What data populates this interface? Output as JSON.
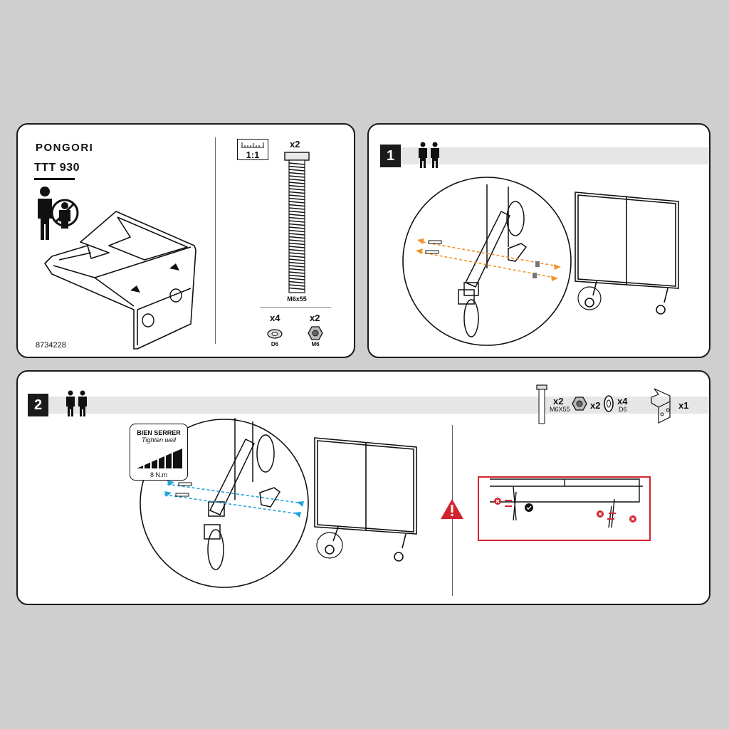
{
  "intro": {
    "brand": "PONGORI",
    "model": "TTT 930",
    "people_count": "x2",
    "reference": "8734228",
    "scale": "1:1",
    "screw_qty": "x2",
    "screw_size": "M6x55",
    "washer_qty": "x4",
    "washer_size": "D6",
    "nut_qty": "x2",
    "nut_size": "M6"
  },
  "step1": {
    "number": "1"
  },
  "step2": {
    "number": "2",
    "parts": {
      "screw_qty": "x2",
      "screw_size": "M6X55",
      "nut_qty": "x2",
      "washer_qty": "x4",
      "washer_size": "D6",
      "bracket_qty": "x1"
    },
    "torque_title": "BIEN SERRER",
    "torque_subtitle": "Tighten well",
    "torque_value": "8 N.m",
    "warning_icon": "warning-triangle-icon"
  },
  "colors": {
    "warning": "#d3242d",
    "orange_arrow": "#f0932b",
    "blue_arrow": "#1fa3dc"
  }
}
